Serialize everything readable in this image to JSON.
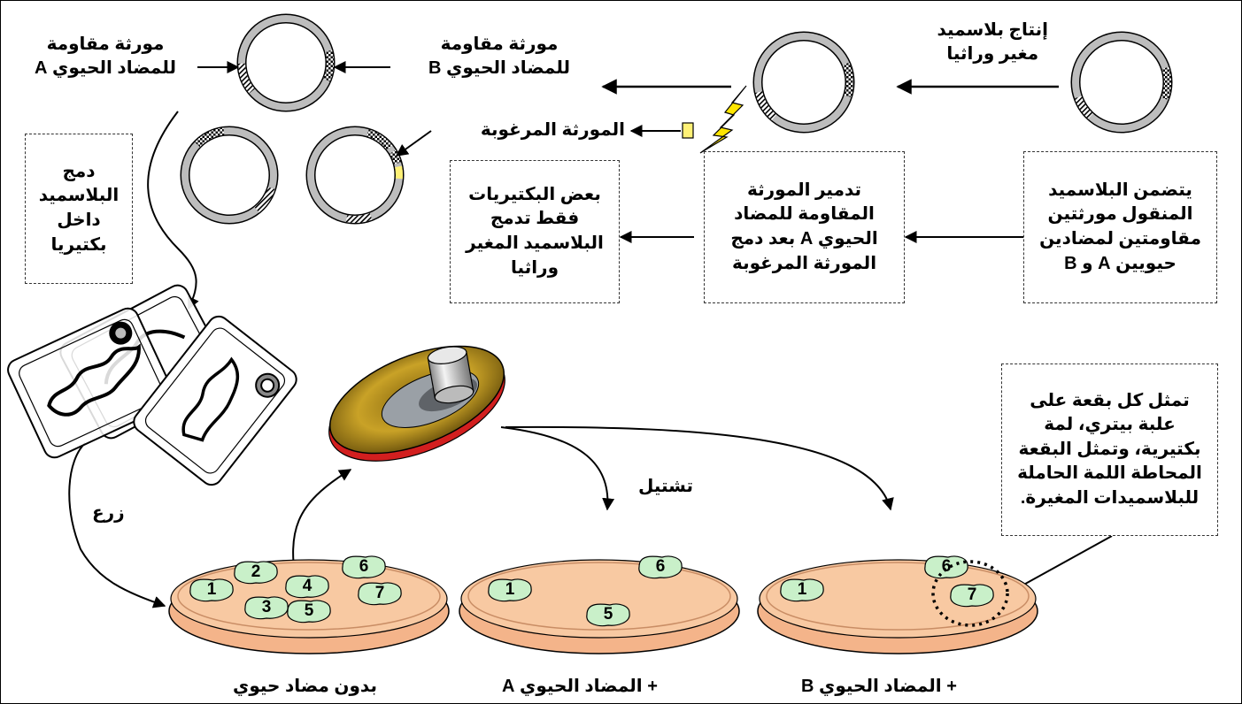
{
  "labels": {
    "gene_a": [
      "مورثة مقاومة",
      "للمضاد الحيوي A"
    ],
    "gene_b": [
      "مورثة مقاومة",
      "للمضاد الحيوي B"
    ],
    "modified_plasmid": [
      "إنتاج بلاسميد",
      "مغير وراثيا"
    ],
    "desired_gene": "المورثة المرغوبة",
    "spreading": "تشتيل",
    "sowing": "زرع",
    "no_antibiotic": "بدون مضاد حيوي",
    "plus_a": "+ المضاد الحيوي A",
    "plus_b": "+ المضاد الحيوي B"
  },
  "boxes": {
    "integration": [
      "دمج",
      "البلاسميد",
      "داخل",
      "بكتيريا"
    ],
    "some_bacteria": [
      "بعض البكتيريات",
      "فقط تدمج",
      "البلاسميد المغير",
      "وراثيا"
    ],
    "destroy_gene": [
      "تدمير المورثة",
      "المقاومة للمضاد",
      "الحيوي A بعد دمج",
      "المورثة المرغوبة"
    ],
    "plasmid_contains": [
      "يتضمن البلاسميد",
      "المنقول مورثتين",
      "مقاومتين لمضادين",
      "حيويين A و B"
    ],
    "colony_note": [
      "تمثل كل بقعة على",
      "علبة بيتري، لمة",
      "بكتيرية، وتمثل البقعة",
      "المحاطة اللمة الحاملة",
      "للبلاسميدات المغيرة."
    ]
  },
  "dishes": {
    "plate1": [
      "1",
      "2",
      "3",
      "4",
      "5",
      "6",
      "7"
    ],
    "plate2": [
      "1",
      "5",
      "6"
    ],
    "plate3": [
      "1",
      "6",
      "7"
    ]
  },
  "colors": {
    "plasmid_ring": "#bdbdbd",
    "agar": "#f8c9a2",
    "colony": "#c9f0c9",
    "desired_gene": "#fff176",
    "replicator_disk": "#a07810",
    "bristles": "#d21f1f"
  }
}
